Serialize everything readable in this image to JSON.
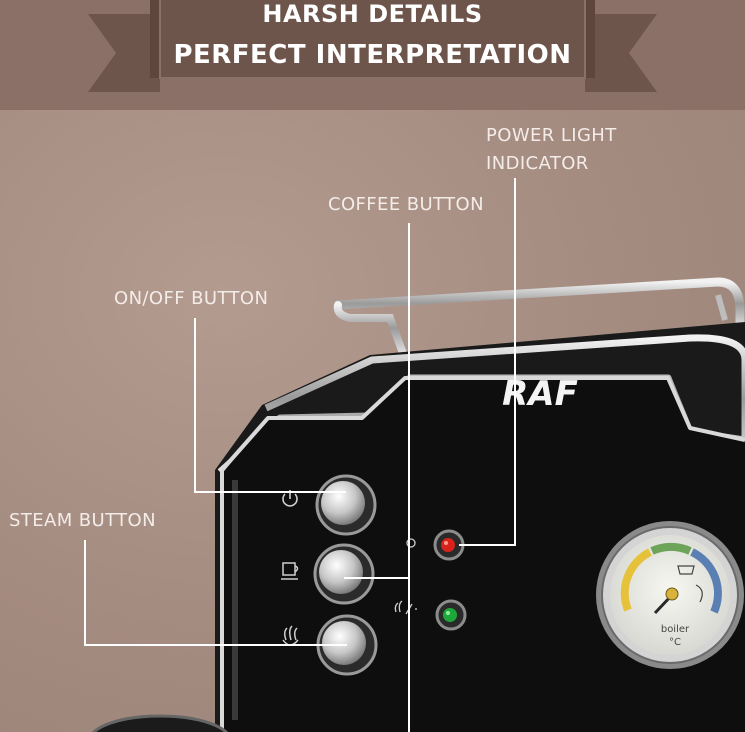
{
  "banner": {
    "line1": "HARSH DETAILS",
    "line2": "PERFECT INTERPRETATION"
  },
  "callouts": {
    "power_light": [
      "POWER LIGHT",
      "INDICATOR"
    ],
    "coffee_button": "COFFEE BUTTON",
    "onoff_button": "ON/OFF BUTTON",
    "steam_button": "STEAM BUTTON"
  },
  "machine": {
    "brand": "RAF",
    "gauge_label_1": "boiler",
    "gauge_label_2": "°C"
  },
  "colors": {
    "background": "#a58d82",
    "banner": "#8a7066",
    "ribbon": "#6e554c",
    "machine_body": "#121212",
    "chrome": "#c9c9c9",
    "power_light": "#d8231c",
    "steam_light": "#1fa83a",
    "callout_line": "#ffffff"
  },
  "icons": [
    "power-icon",
    "coffee-cup-icon",
    "steam-icon",
    "indicator-icon",
    "steam-indicator-icon"
  ]
}
